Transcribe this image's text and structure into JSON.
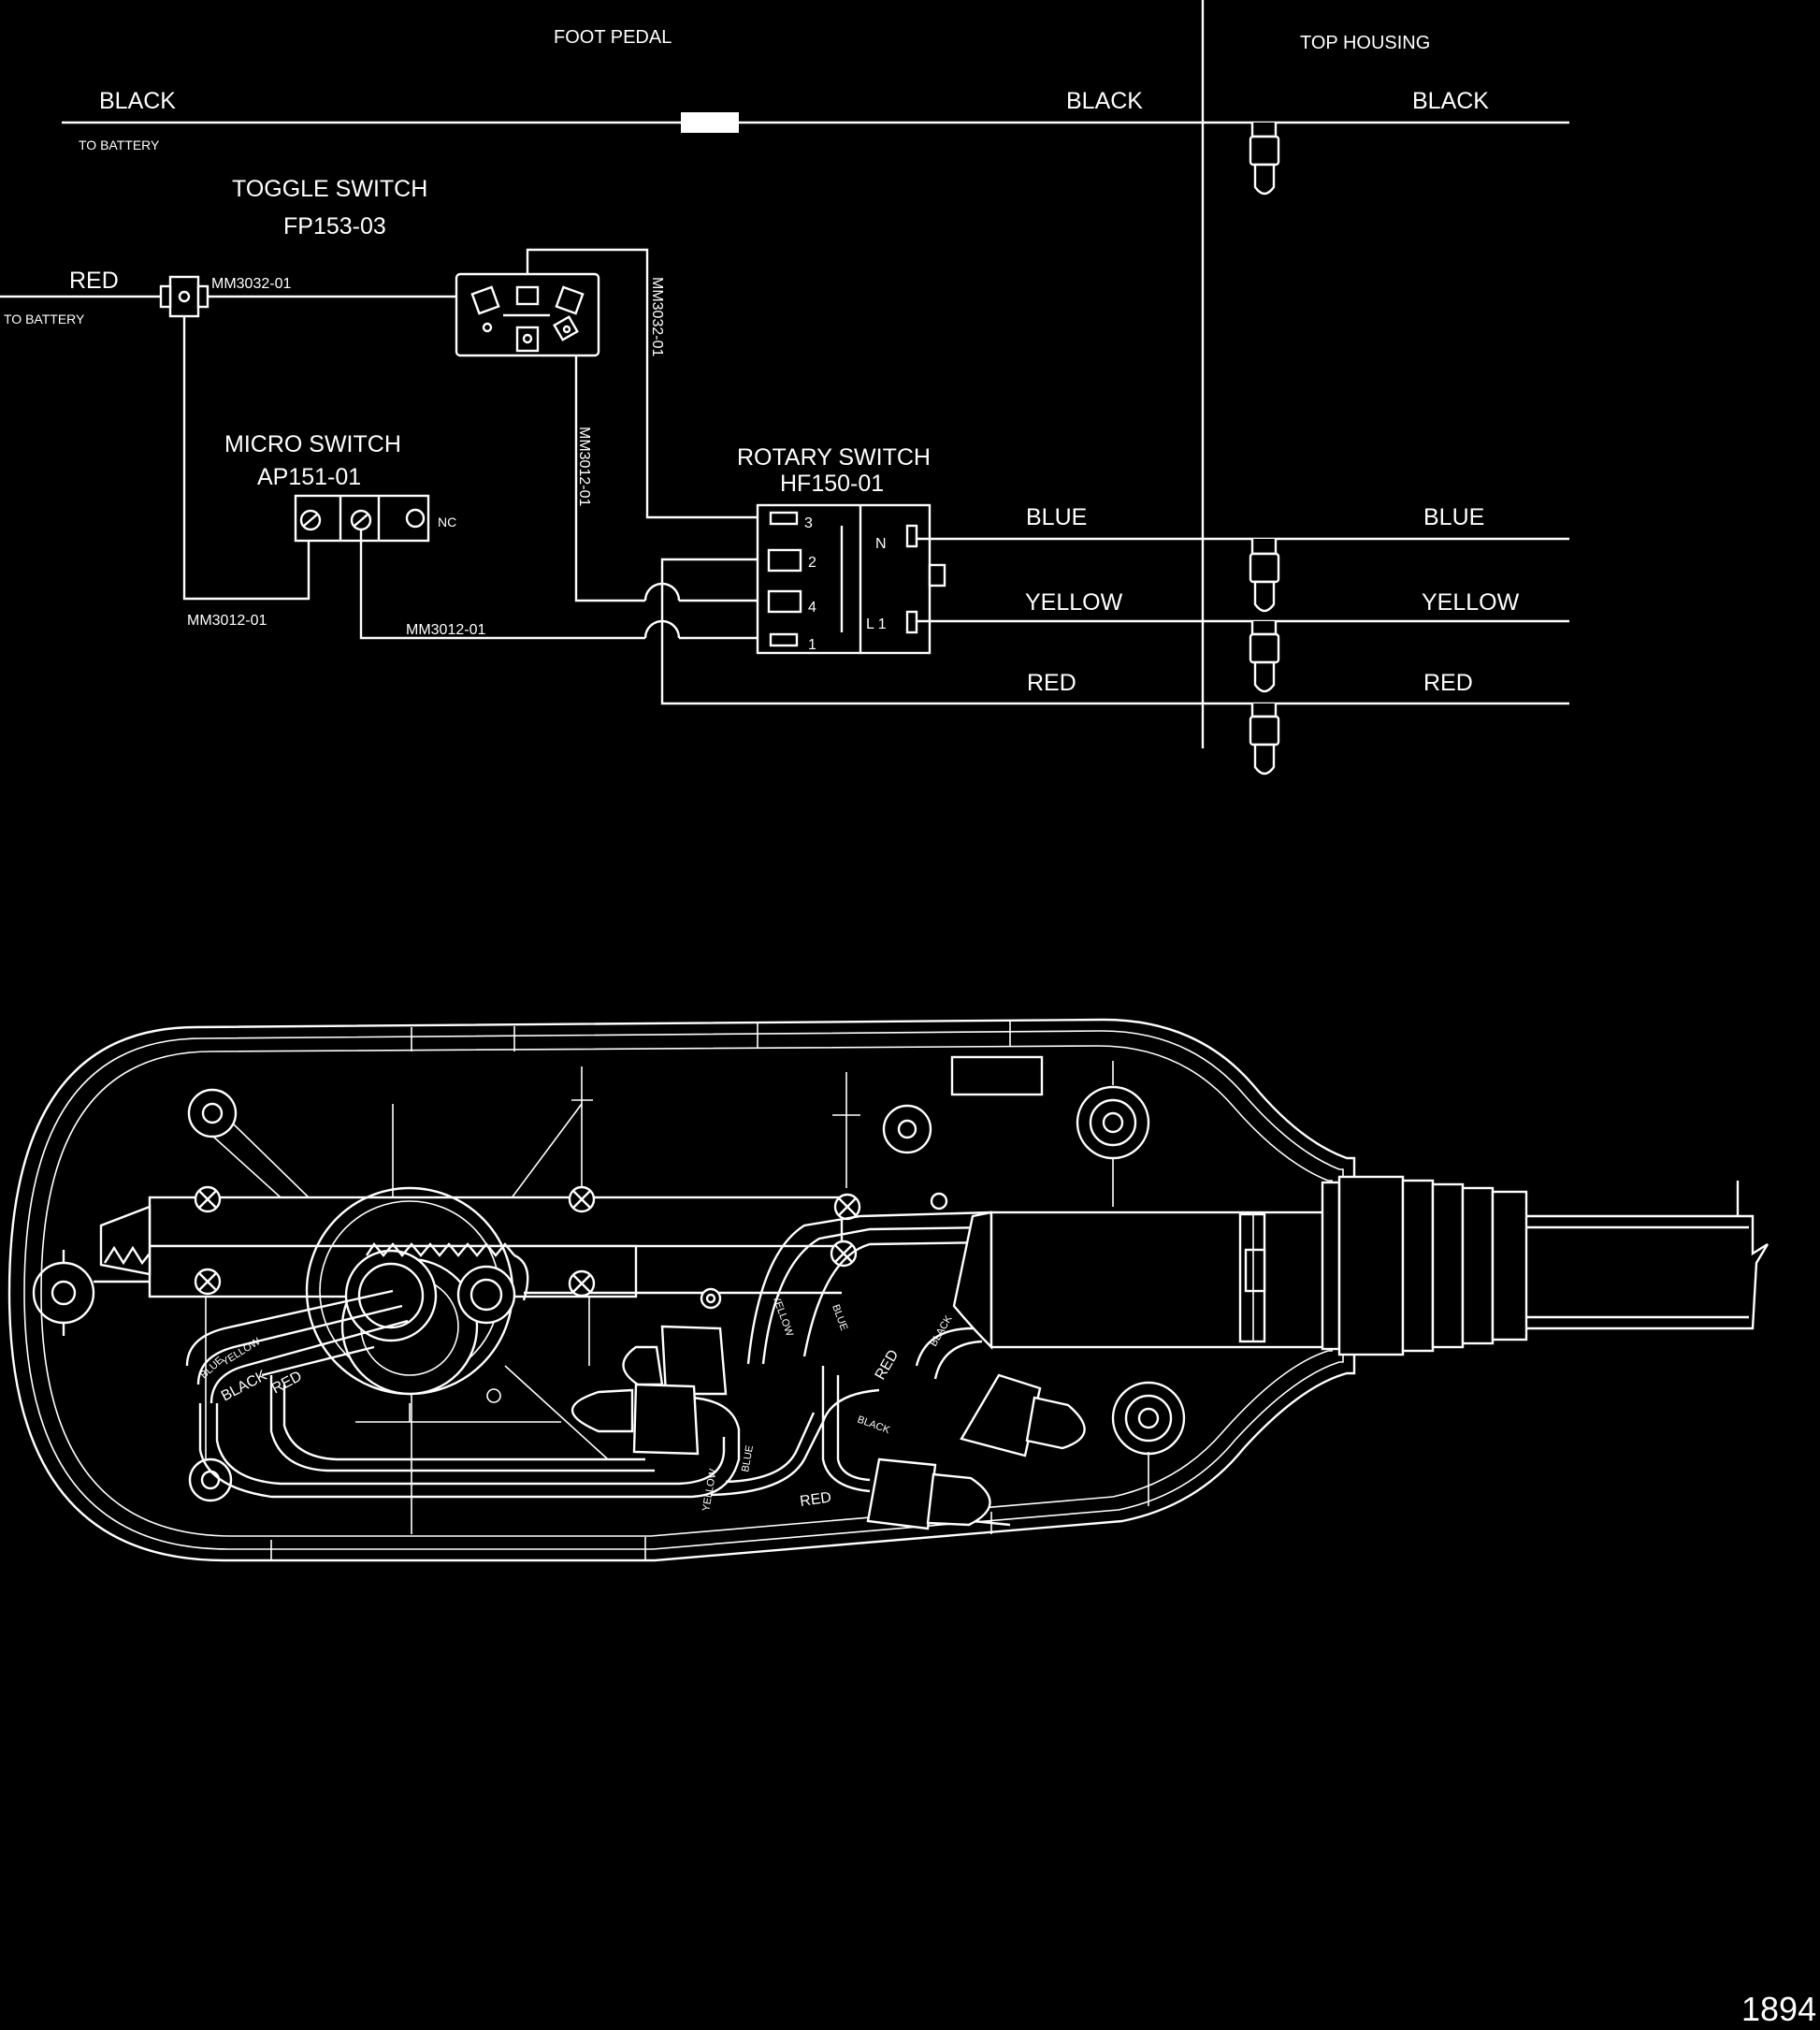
{
  "sections": {
    "foot_pedal": "FOOT PEDAL",
    "top_housing": "TOP HOUSING"
  },
  "wires": {
    "black": "BLACK",
    "red": "RED",
    "blue": "BLUE",
    "yellow": "YELLOW",
    "to_battery": "TO BATTERY"
  },
  "components": {
    "toggle_switch": {
      "name": "TOGGLE SWITCH",
      "part": "FP153-03"
    },
    "micro_switch": {
      "name": "MICRO SWITCH",
      "part": "AP151-01",
      "nc": "NC"
    },
    "rotary_switch": {
      "name": "ROTARY SWITCH",
      "part": "HF150-01",
      "terminals": [
        "3",
        "2",
        "4",
        "1"
      ],
      "side_n": "N",
      "side_l1": "L 1"
    }
  },
  "part_codes": {
    "mm3032": "MM3032-01",
    "mm3012": "MM3012-01"
  },
  "pedal_wire_labels": {
    "blue": "BLUE",
    "yellow": "YELLOW",
    "black": "BLACK",
    "red": "RED"
  },
  "figure_number": "1894"
}
